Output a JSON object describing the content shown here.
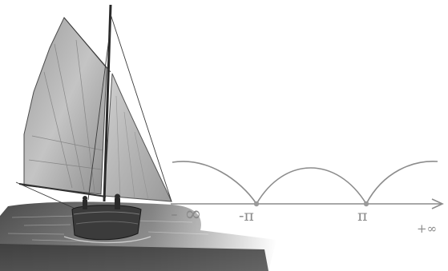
{
  "axis": {
    "labels": {
      "neg_infinity": "- ∞",
      "neg_pi": "-π",
      "pi": "π",
      "pos_infinity": "+∞"
    },
    "tick_values": [
      "-π",
      "π"
    ],
    "arc_count": 3
  },
  "illustration": {
    "subject": "sailboat-engraving",
    "style": "grayscale-etching"
  },
  "colors": {
    "axis": "#8c8c8c",
    "arcs": "#8c8c8c",
    "tick_dots": "#9a9a9a",
    "label_text": "#8a8a8a",
    "sail": "#b8b8b8",
    "hull": "#3a3a3a",
    "water": "#6f6f6f"
  }
}
